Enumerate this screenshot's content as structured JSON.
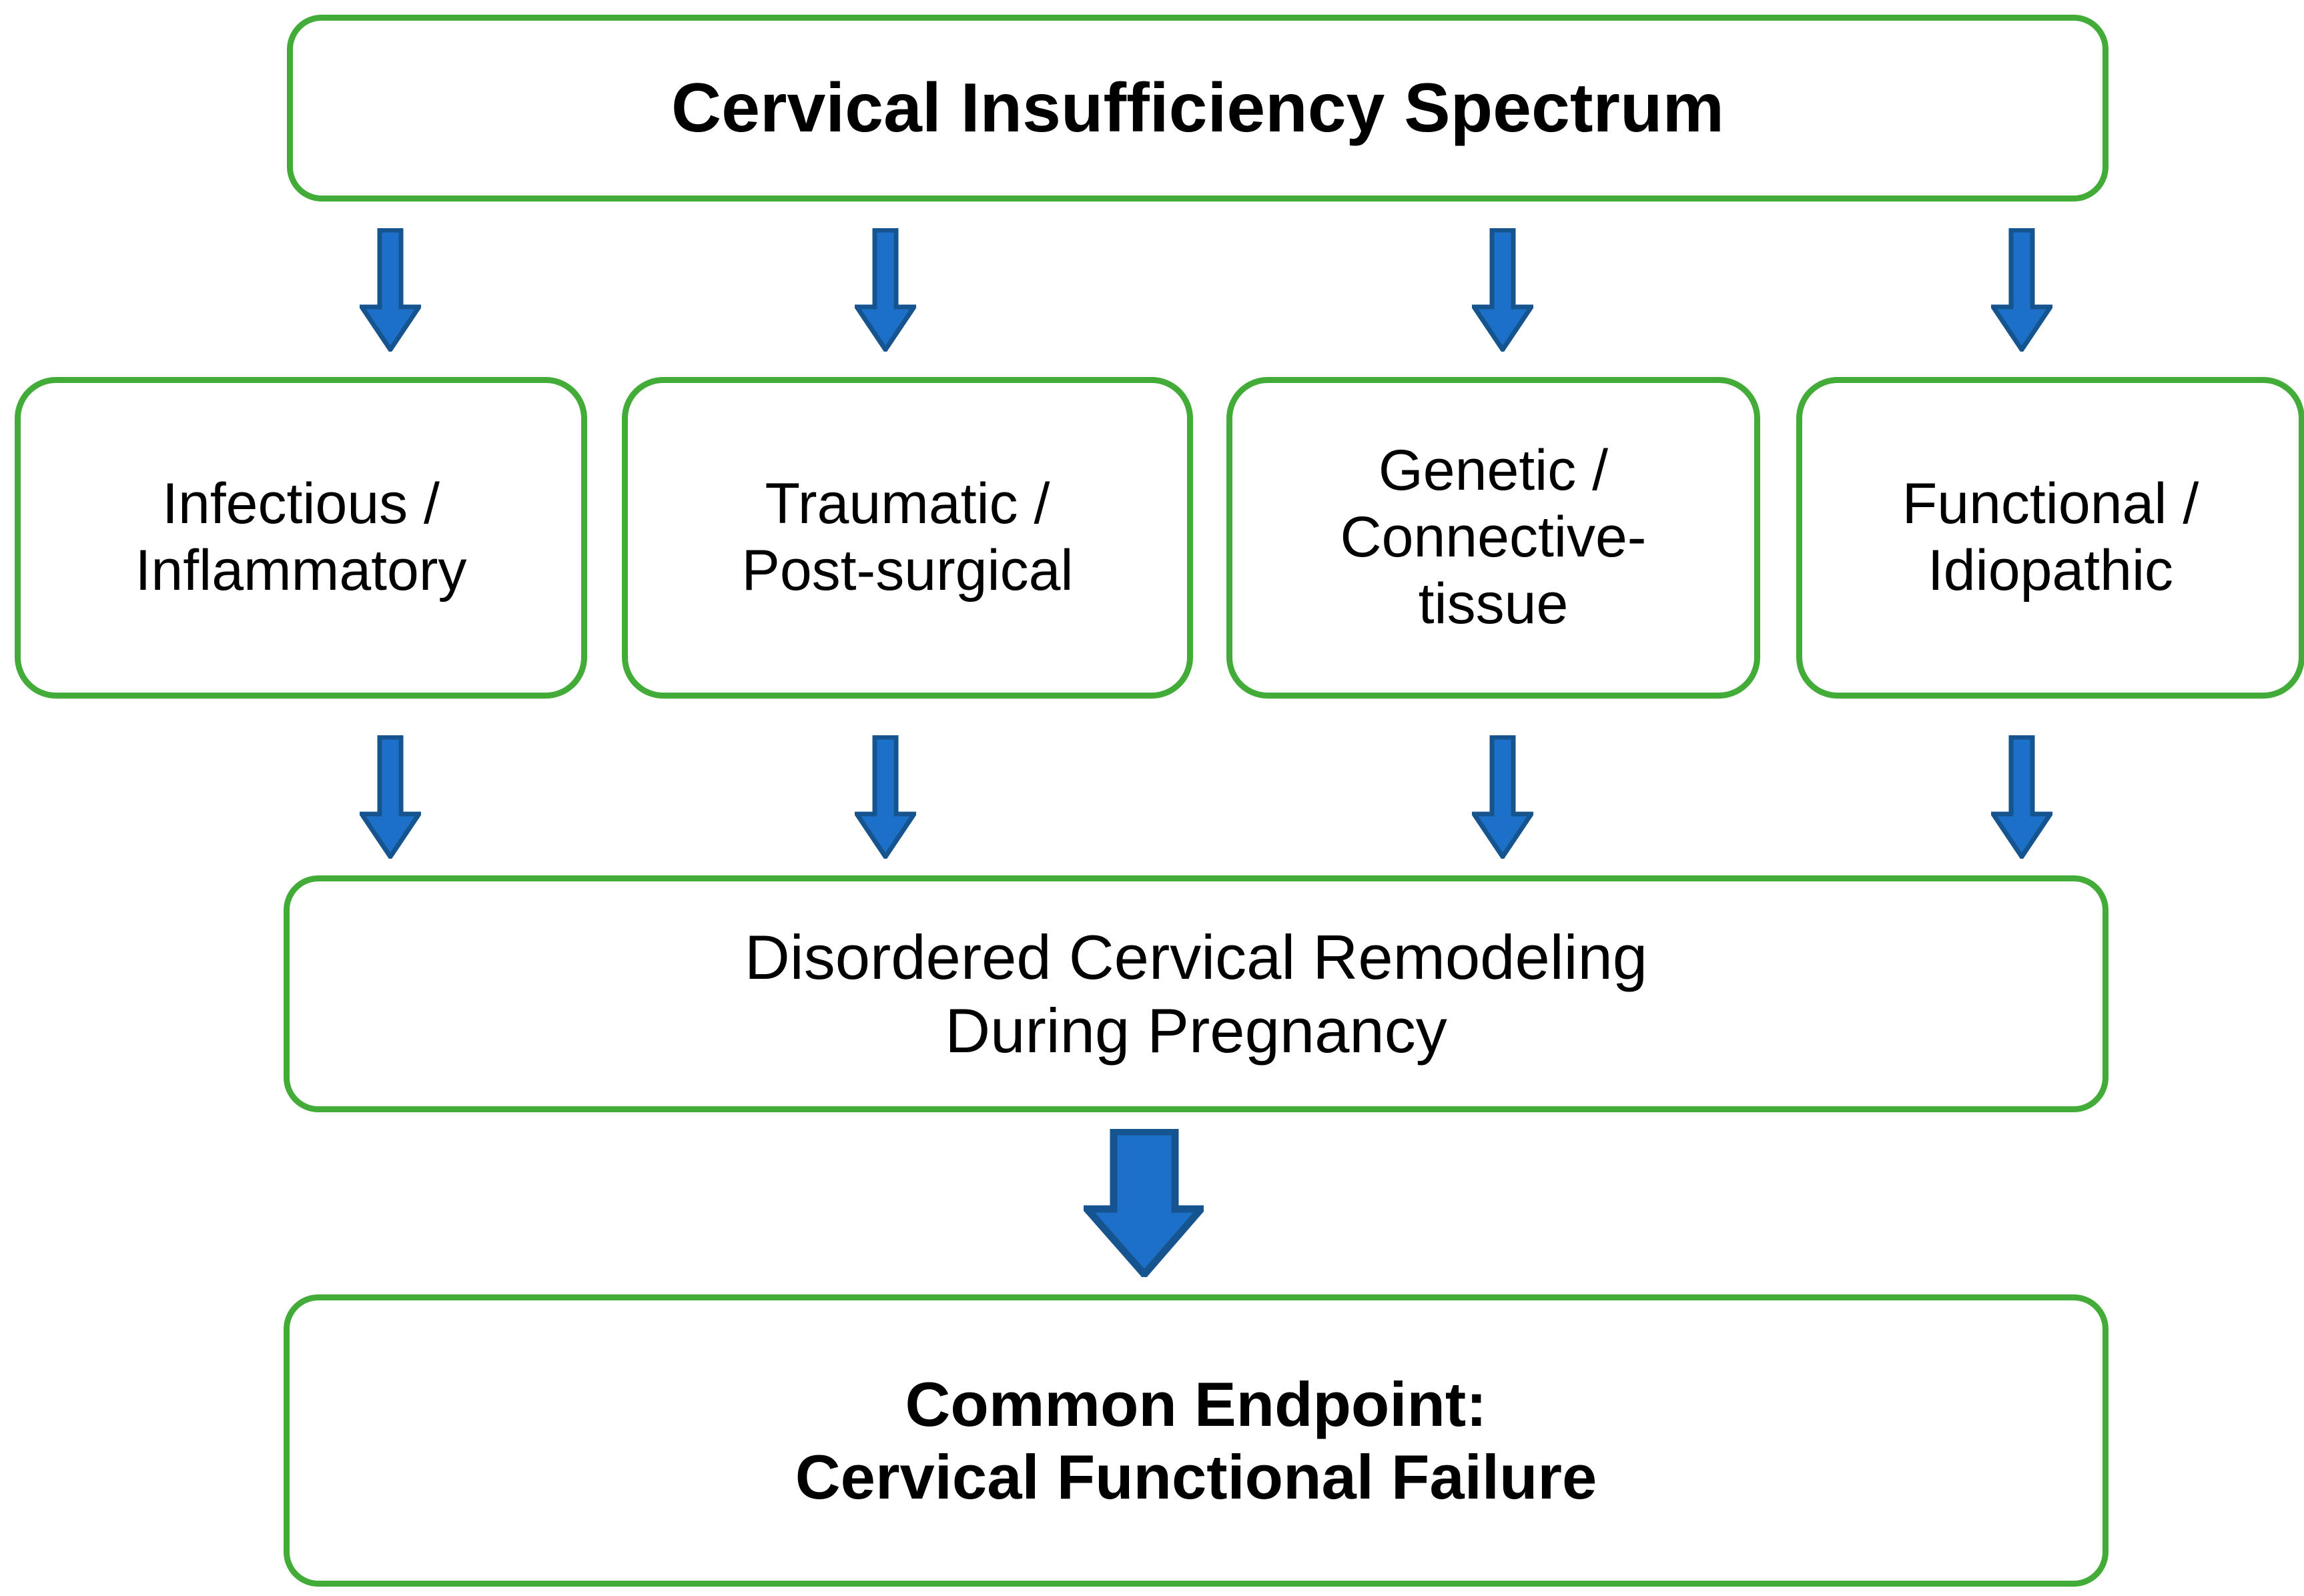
{
  "diagram": {
    "title": "Cervical Insufficiency Spectrum",
    "colors": {
      "node_border": "#43ac38",
      "arrow_fill": "#1c70c8",
      "arrow_stroke": "#16548f",
      "text": "#000000",
      "background": "#ffffff"
    },
    "nodes": {
      "title": "Cervical Insufficiency Spectrum",
      "categories": [
        {
          "label": "Infectious /\nInflammatory"
        },
        {
          "label": "Traumatic /\nPost-surgical"
        },
        {
          "label": "Genetic /\nConnective-\ntissue"
        },
        {
          "label": "Functional /\nIdiopathic"
        }
      ],
      "remodeling": "Disordered Cervical Remodeling\nDuring Pregnancy",
      "endpoint": "Common Endpoint:\nCervical Functional Failure"
    },
    "arrows": {
      "title_to_categories_count": 4,
      "categories_to_remodeling_count": 4,
      "remodeling_to_endpoint_count": 1,
      "direction": "down"
    }
  },
  "chart_data": {
    "type": "flowchart",
    "title": "Cervical Insufficiency Spectrum",
    "orientation": "top-to-bottom",
    "levels": [
      {
        "level": 0,
        "nodes": [
          "Cervical Insufficiency Spectrum"
        ]
      },
      {
        "level": 1,
        "nodes": [
          "Infectious / Inflammatory",
          "Traumatic / Post-surgical",
          "Genetic / Connective-tissue",
          "Functional / Idiopathic"
        ]
      },
      {
        "level": 2,
        "nodes": [
          "Disordered Cervical Remodeling During Pregnancy"
        ]
      },
      {
        "level": 3,
        "nodes": [
          "Common Endpoint: Cervical Functional Failure"
        ]
      }
    ],
    "edges": [
      {
        "from": "Cervical Insufficiency Spectrum",
        "to": "Infectious / Inflammatory"
      },
      {
        "from": "Cervical Insufficiency Spectrum",
        "to": "Traumatic / Post-surgical"
      },
      {
        "from": "Cervical Insufficiency Spectrum",
        "to": "Genetic / Connective-tissue"
      },
      {
        "from": "Cervical Insufficiency Spectrum",
        "to": "Functional / Idiopathic"
      },
      {
        "from": "Infectious / Inflammatory",
        "to": "Disordered Cervical Remodeling During Pregnancy"
      },
      {
        "from": "Traumatic / Post-surgical",
        "to": "Disordered Cervical Remodeling During Pregnancy"
      },
      {
        "from": "Genetic / Connective-tissue",
        "to": "Disordered Cervical Remodeling During Pregnancy"
      },
      {
        "from": "Functional / Idiopathic",
        "to": "Disordered Cervical Remodeling During Pregnancy"
      },
      {
        "from": "Disordered Cervical Remodeling During Pregnancy",
        "to": "Common Endpoint: Cervical Functional Failure"
      }
    ]
  }
}
